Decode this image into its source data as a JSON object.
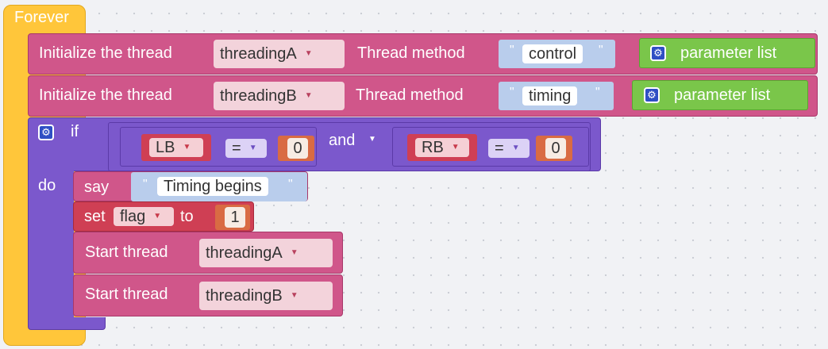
{
  "forever": {
    "label": "Forever"
  },
  "init_a": {
    "label": "Initialize the thread",
    "thread_name": "threadingA",
    "method_label": "Thread method",
    "method_value": "control",
    "params_label": "parameter list"
  },
  "init_b": {
    "label": "Initialize the thread",
    "thread_name": "threadingB",
    "method_label": "Thread method",
    "method_value": "timing",
    "params_label": "parameter list"
  },
  "if_block": {
    "if_label": "if",
    "do_label": "do",
    "left_compare": {
      "var": "LB",
      "op": "=",
      "value": "0"
    },
    "logic_op": "and",
    "right_compare": {
      "var": "RB",
      "op": "=",
      "value": "0"
    }
  },
  "say_block": {
    "label": "say",
    "text": "Timing begins"
  },
  "set_block": {
    "label": "set",
    "var": "flag",
    "to_label": "to",
    "value": "1"
  },
  "start_a": {
    "label": "Start thread",
    "thread_name": "threadingA"
  },
  "start_b": {
    "label": "Start thread",
    "thread_name": "threadingB"
  },
  "colors": {
    "forever_block": "#ffc63a",
    "thread_block": "#d0568a",
    "logic_block": "#7b58cc",
    "variable_block": "#cf3f54",
    "number_block": "#d96b43",
    "text_block": "#b9cdec",
    "list_block": "#7ac64a"
  }
}
